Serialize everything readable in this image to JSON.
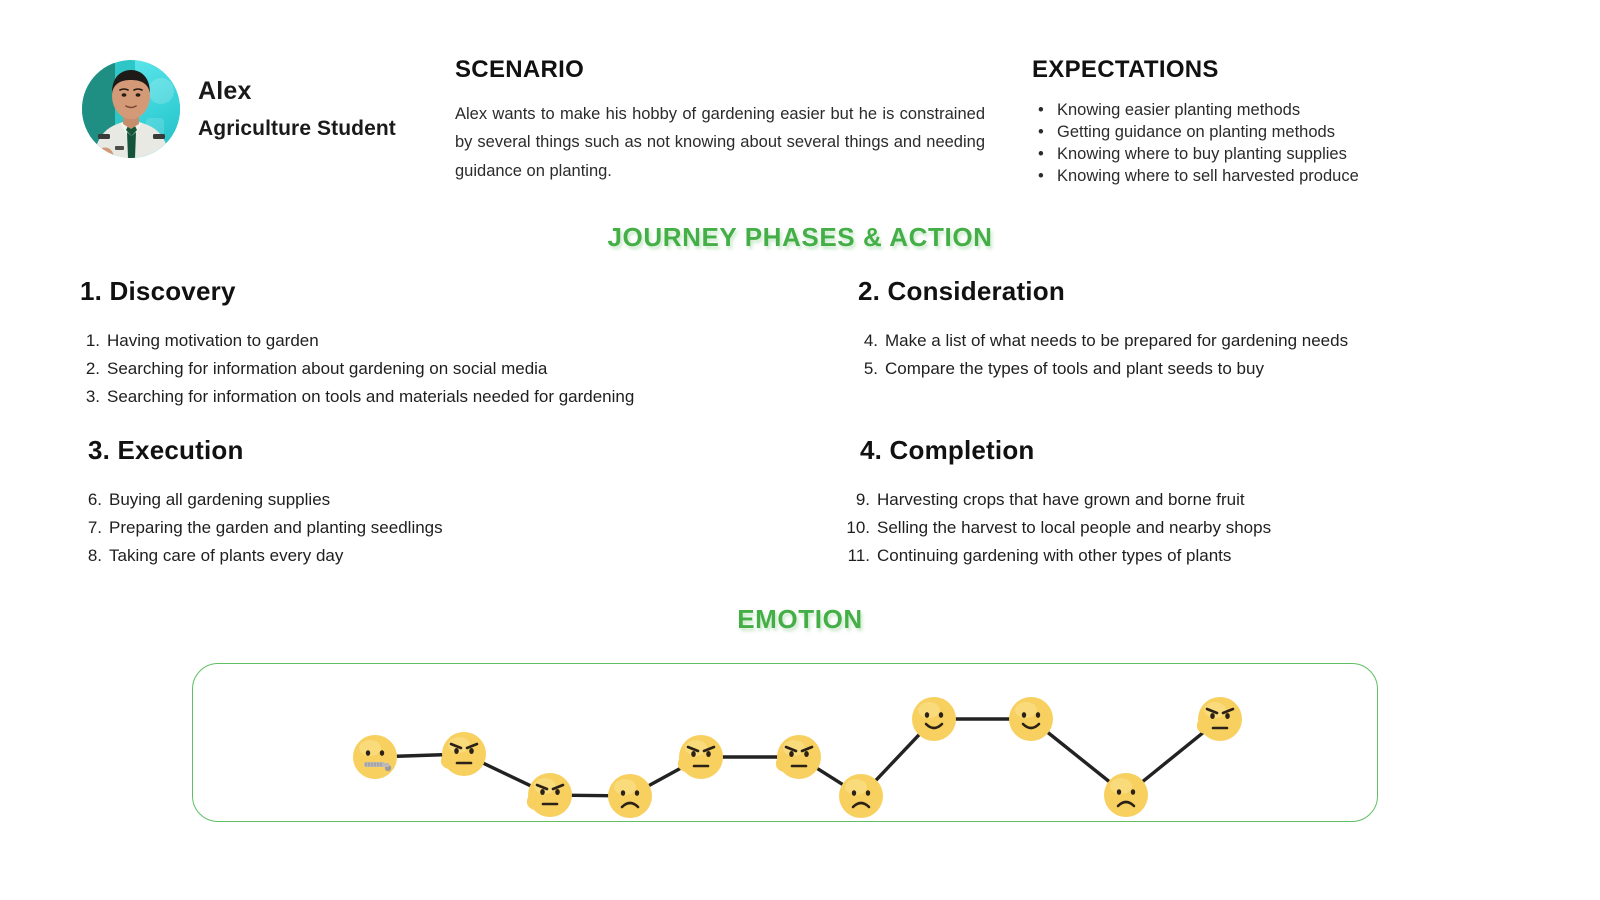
{
  "persona": {
    "name": "Alex",
    "role": "Agriculture Student",
    "avatar_icon": "persona-photo"
  },
  "scenario": {
    "title": "SCENARIO",
    "body": "Alex wants to make his hobby of gardening easier but he is constrained by several things such as not knowing about several things and needing guidance on planting."
  },
  "expectations": {
    "title": "EXPECTATIONS",
    "bullet_glyph": "•",
    "items": [
      "Knowing easier planting methods",
      "Getting guidance on planting methods",
      "Knowing where to buy planting supplies",
      "Knowing where to sell harvested produce"
    ]
  },
  "journey": {
    "heading": "JOURNEY PHASES & ACTION",
    "accent_color": "#45af47",
    "phases": [
      {
        "title": "1. Discovery",
        "items": [
          {
            "num": "1.",
            "text": "Having motivation to garden"
          },
          {
            "num": "2.",
            "text": "Searching for information about gardening on social media"
          },
          {
            "num": "3.",
            "text": "Searching for information on tools and materials needed for gardening"
          }
        ]
      },
      {
        "title": "2. Consideration",
        "items": [
          {
            "num": "4.",
            "text": "Make a list of what needs to be prepared for gardening needs"
          },
          {
            "num": "5.",
            "text": "Compare the types of tools and plant seeds to buy"
          }
        ]
      },
      {
        "title": "3. Execution",
        "items": [
          {
            "num": "6.",
            "text": "Buying all gardening supplies"
          },
          {
            "num": "7.",
            "text": "Preparing the garden and planting seedlings"
          },
          {
            "num": "8.",
            "text": "Taking care of plants every day"
          }
        ]
      },
      {
        "title": "4. Completion",
        "items": [
          {
            "num": "9.",
            "text": "Harvesting crops that have grown and borne fruit"
          },
          {
            "num": "10.",
            "text": "Selling the harvest to local people and nearby shops"
          },
          {
            "num": "11.",
            "text": "Continuing gardening with other types of plants"
          }
        ]
      }
    ]
  },
  "emotion": {
    "heading": "EMOTION",
    "border_color": "#5fbf62",
    "line_color": "#222222",
    "face_fill": "#f7d060",
    "face_fill_light": "#fbe08a"
  },
  "chart_data": {
    "type": "line",
    "title": "EMOTION",
    "xlabel": "",
    "ylabel": "",
    "grid": false,
    "legend": "none",
    "ylim": [
      1,
      3
    ],
    "categories": [
      "1",
      "2",
      "3",
      "4",
      "5",
      "6",
      "7",
      "8",
      "9",
      "10",
      "11"
    ],
    "points": [
      {
        "step": 1,
        "x": 375,
        "y": 757,
        "mood": "neutral-zipper",
        "emoji": "🤐",
        "value": 2
      },
      {
        "step": 2,
        "x": 464,
        "y": 754,
        "mood": "angry",
        "emoji": "😠",
        "value": 2
      },
      {
        "step": 3,
        "x": 550,
        "y": 795,
        "mood": "angry",
        "emoji": "😠",
        "value": 1.5
      },
      {
        "step": 4,
        "x": 630,
        "y": 796,
        "mood": "sad",
        "emoji": "☹",
        "value": 1.5
      },
      {
        "step": 5,
        "x": 701,
        "y": 757,
        "mood": "angry",
        "emoji": "😠",
        "value": 2
      },
      {
        "step": 6,
        "x": 799,
        "y": 757,
        "mood": "angry",
        "emoji": "😠",
        "value": 2
      },
      {
        "step": 7,
        "x": 861,
        "y": 796,
        "mood": "sad",
        "emoji": "☹",
        "value": 1.5
      },
      {
        "step": 8,
        "x": 934,
        "y": 719,
        "mood": "happy",
        "emoji": "🙂",
        "value": 2.5
      },
      {
        "step": 9,
        "x": 1031,
        "y": 719,
        "mood": "happy",
        "emoji": "🙂",
        "value": 2.5
      },
      {
        "step": 10,
        "x": 1126,
        "y": 795,
        "mood": "sad",
        "emoji": "☹",
        "value": 1.5
      },
      {
        "step": 11,
        "x": 1220,
        "y": 719,
        "mood": "angry",
        "emoji": "😠",
        "value": 2.5
      }
    ]
  }
}
